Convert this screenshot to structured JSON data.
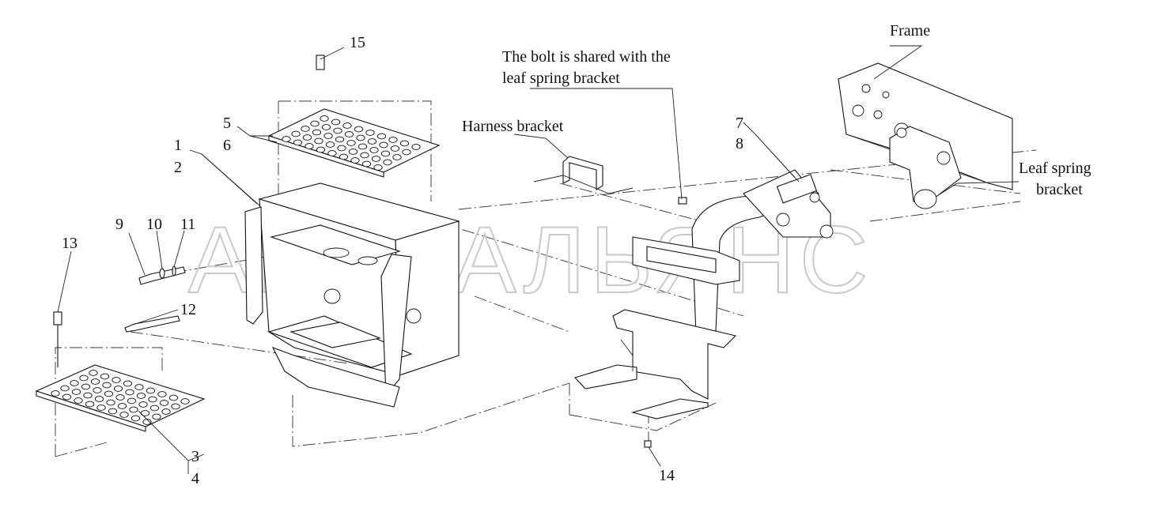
{
  "watermark": "АВТОАЛЬЯНС",
  "labels": {
    "frame": "Frame",
    "bolt_line1": "The bolt is shared with the",
    "bolt_line2": "leaf spring bracket",
    "harness": "Harness bracket",
    "leaf_line1": "Leaf spring",
    "leaf_line2": "bracket"
  },
  "callouts": {
    "c1": "1",
    "c2": "2",
    "c3": "3",
    "c4": "4",
    "c5": "5",
    "c6": "6",
    "c7": "7",
    "c8": "8",
    "c9": "9",
    "c10": "10",
    "c11": "11",
    "c12": "12",
    "c13": "13",
    "c14": "14",
    "c15": "15"
  }
}
